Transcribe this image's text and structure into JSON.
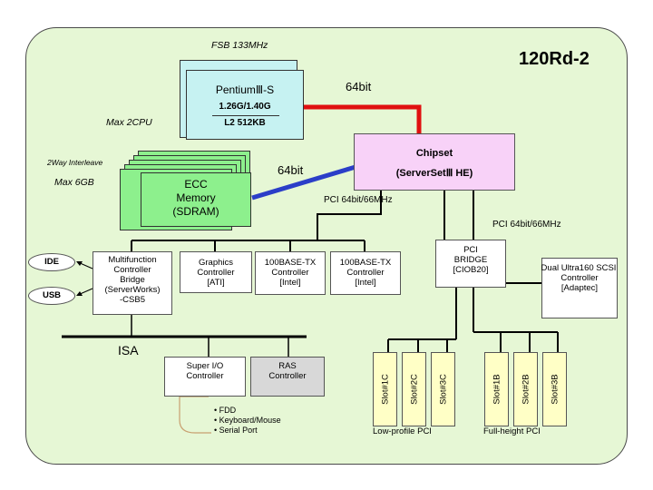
{
  "title": "120Rd-2",
  "fsb_label": "FSB 133MHz",
  "cpu": {
    "name": "PentiumⅢ-S",
    "freq": "1.26G/1.40G",
    "cache": "L2 512KB",
    "max": "Max 2CPU"
  },
  "memory": {
    "interleave": "2Way Interleave",
    "max": "Max 6GB",
    "line1": "ECC",
    "line2": "Memory",
    "line3": "(SDRAM)"
  },
  "chipset": {
    "line1": "Chipset",
    "line2": "(ServerSetⅢ HE)"
  },
  "bus_labels": {
    "cpu_bus": "64bit",
    "mem_bus": "64bit",
    "pci_left": "PCI 64bit/66MHz",
    "pci_right": "PCI 64bit/66MHz",
    "isa": "ISA"
  },
  "csb5": {
    "line1": "Multifunction",
    "line2": "Controller",
    "line3": "Bridge",
    "line4": "(ServerWorks)",
    "line5": "-CSB5"
  },
  "graphics": {
    "line1": "Graphics",
    "line2": "Controller",
    "line3": "[ATI]"
  },
  "nic1": {
    "line1": "100BASE-TX",
    "line2": "Controller",
    "line3": "[Intel]"
  },
  "nic2": {
    "line1": "100BASE-TX",
    "line2": "Controller",
    "line3": "[Intel]"
  },
  "pci_bridge": {
    "line1": "PCI",
    "line2": "BRIDGE",
    "line3": "[CIOB20]"
  },
  "scsi": {
    "line1": "Dual Ultra160 SCSI",
    "line2": "Controller",
    "line3": "[Adaptec]"
  },
  "ide": "IDE",
  "usb": "USB",
  "superio": {
    "line1": "Super I/O",
    "line2": "Controller"
  },
  "ras": {
    "line1": "RAS",
    "line2": "Controller"
  },
  "io_ports": [
    "• FDD",
    "• Keyboard/Mouse",
    "• Serial Port"
  ],
  "slots_lp": [
    "Slot#1C",
    "Slot#2C",
    "Slot#3C"
  ],
  "slots_fh": [
    "Slot#1B",
    "Slot#2B",
    "Slot#3B"
  ],
  "lp_label": "Low-profile PCI",
  "fh_label": "Full-height PCI",
  "colors": {
    "board": "#e6f7d5",
    "cpu": "#c6f2f2",
    "memory": "#8df08d",
    "chipset": "#f8d2f8",
    "cpu_bus": "#e01010",
    "mem_bus": "#2b3ec8",
    "ras": "#d8d8d8",
    "slot": "#ffffc6"
  }
}
